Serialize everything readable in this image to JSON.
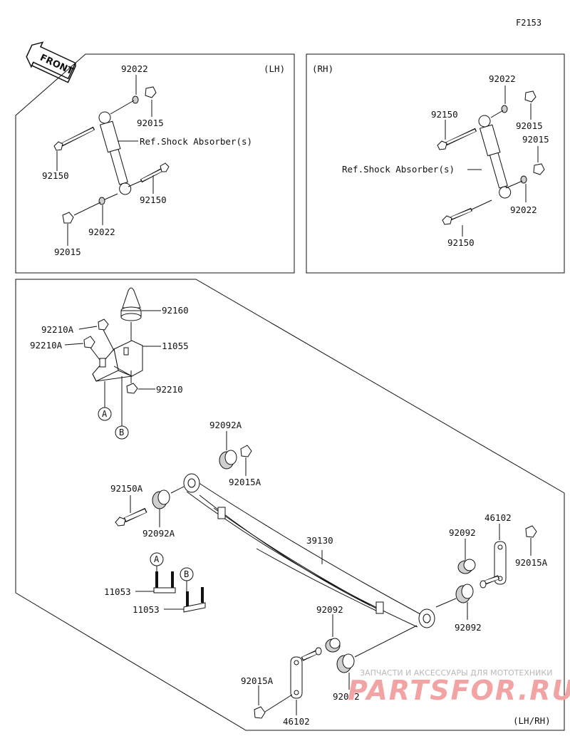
{
  "figure_id": "F2153",
  "front_label": "FRONT",
  "panels": {
    "lh": {
      "side_label": "(LH)",
      "ref_note": "Ref.Shock Absorber(s)",
      "parts": [
        "92022",
        "92015",
        "92150",
        "92150",
        "92022",
        "92015"
      ]
    },
    "rh": {
      "side_label": "(RH)",
      "ref_note": "Ref.Shock Absorber(s)",
      "parts": [
        "92022",
        "92150",
        "92015",
        "92015",
        "92022",
        "92150"
      ]
    },
    "bottom": {
      "side_label": "(LH/RH)",
      "parts": [
        "92160",
        "92210A",
        "11055",
        "92210A",
        "92210",
        "92092A",
        "92015A",
        "92150A",
        "92092A",
        "46102",
        "39130",
        "92092",
        "92015A",
        "11053",
        "11053",
        "92092",
        "92092",
        "92015A",
        "92092",
        "46102"
      ],
      "markers": [
        "A",
        "B",
        "A",
        "B"
      ]
    }
  },
  "watermark": {
    "line1": "ЗАПЧАСТИ И АКСЕССУАРЫ ДЛЯ МОТОТЕХНИКИ",
    "line2": "PARTSFOR.RU"
  }
}
